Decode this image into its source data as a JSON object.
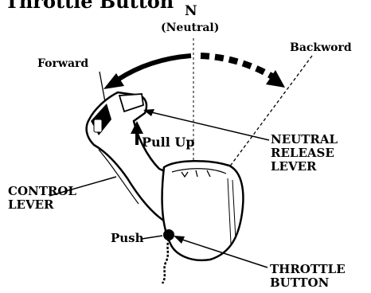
{
  "title": "Throttle Button",
  "positions": {
    "neutral_letter": "N",
    "neutral_word": "(Neutral)",
    "forward": "Forward",
    "backward": "Backword"
  },
  "actions": {
    "pull_up": "Pull Up",
    "push": "Push"
  },
  "parts": {
    "neutral_release_lever": [
      "NEUTRAL",
      "RELEASE",
      "LEVER"
    ],
    "control_lever": [
      "CONTROL",
      "LEVER"
    ],
    "throttle_button": [
      "THROTTLE",
      "BUTTON"
    ]
  },
  "colors": {
    "ink": "#000000",
    "paper": "#ffffff"
  }
}
